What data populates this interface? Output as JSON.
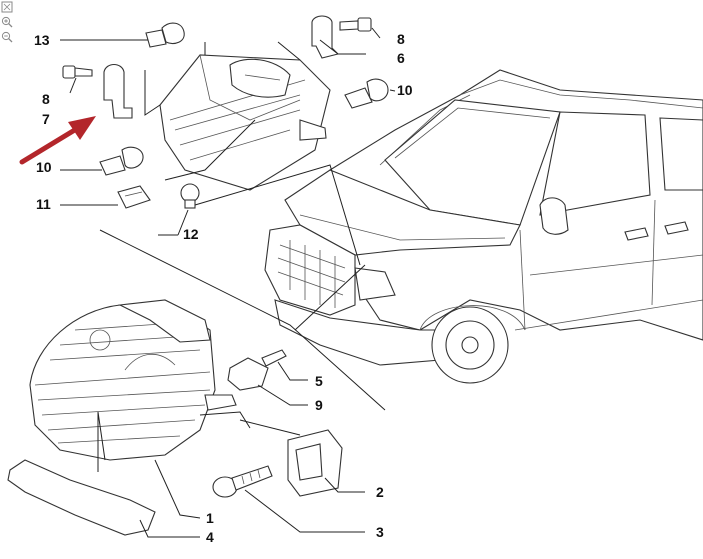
{
  "viewer": {
    "tools": [
      {
        "name": "fit-view-icon"
      },
      {
        "name": "zoom-in-icon"
      },
      {
        "name": "zoom-out-icon"
      }
    ]
  },
  "callouts": {
    "c13": "13",
    "c8a": "8",
    "c8b": "8",
    "c6": "6",
    "c7": "7",
    "c10a": "10",
    "c10b": "10",
    "c11": "11",
    "c12": "12",
    "c5": "5",
    "c9": "9",
    "c1": "1",
    "c2": "2",
    "c3": "3",
    "c4": "4"
  },
  "colors": {
    "arrow": "#b3262b",
    "line": "#222222",
    "background": "#ffffff"
  }
}
